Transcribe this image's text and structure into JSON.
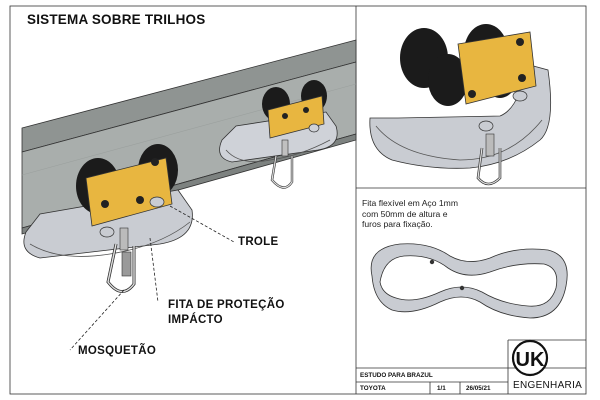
{
  "title": "SISTEMA SOBRE TRILHOS",
  "callouts": {
    "trole": "TROLE",
    "fita_line1": "FITA DE PROTEÇÃO",
    "fita_line2": "IMPÁCTO",
    "mosquetao": "MOSQUETÃO"
  },
  "note": {
    "line1": "Fita flexível em Aço 1mm",
    "line2": "com 50mm de altura e",
    "line3": "furos para fixação."
  },
  "title_block": {
    "study": "ESTUDO PARA BRAZUL",
    "client": "TOYOTA",
    "sheet": "1/1",
    "date": "26/05/21"
  },
  "logo": {
    "mark": "UK",
    "name": "ENGENHARIA"
  },
  "colors": {
    "rail": "#a9aeac",
    "plate": "#e8b640",
    "strap": "#c9ccd2",
    "wheel": "#1b1b1b"
  }
}
